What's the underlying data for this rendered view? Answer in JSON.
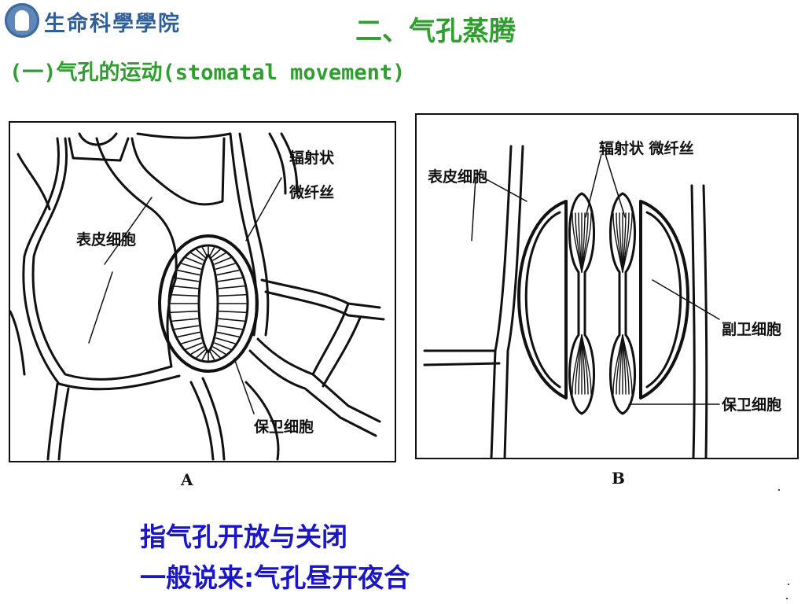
{
  "header": {
    "logo_text": "生命科學學院",
    "title": "二、气孔蒸腾",
    "subtitle": "(一)气孔的运动(stomatal movement)"
  },
  "figure_a": {
    "panel_label": "A",
    "labels": {
      "radial": "辐射状",
      "microfibril": "微纤丝",
      "epidermal": "表皮细胞",
      "guard": "保卫细胞"
    }
  },
  "figure_b": {
    "panel_label": "B",
    "labels": {
      "epidermal": "表皮细胞",
      "radial_micro": "辐射状 微纤丝",
      "subsidiary": "副卫细胞",
      "guard": "保卫细胞"
    }
  },
  "body_text": {
    "line1": "指气孔开放与关闭",
    "line2": "一般说来:气孔昼开夜合"
  },
  "colors": {
    "title_green": "#2f9e2f",
    "body_blue": "#1a16c8",
    "logo_blue": "#2f5f9a"
  }
}
